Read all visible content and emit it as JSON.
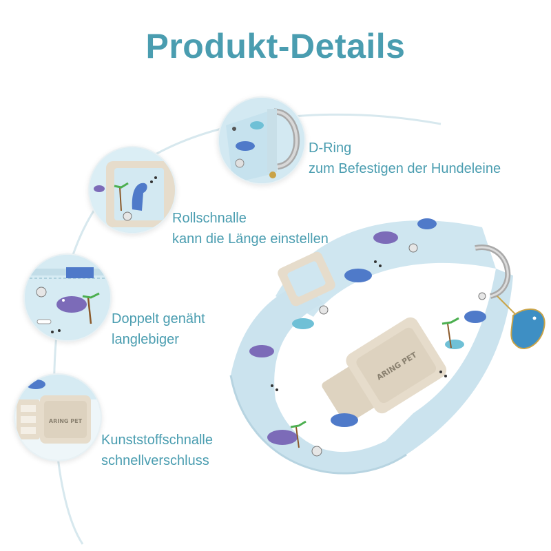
{
  "title": "Produkt-Details",
  "details": [
    {
      "line1": "D-Ring",
      "line2": "zum Befestigen der Hundeleine"
    },
    {
      "line1": "Rollschnalle",
      "line2": "kann die Länge einstellen"
    },
    {
      "line1": "Doppelt genäht",
      "line2": "langlebiger"
    },
    {
      "line1": "Kunststoffschnalle",
      "line2": "schnellverschluss"
    }
  ],
  "buckle_brand": "ARING PET",
  "colors": {
    "accent": "#4a9db0",
    "collar_fabric": "#cfe6f0",
    "buckle": "#e6dccb",
    "dino_purple": "#7c6bb8",
    "dino_blue": "#4f7ac9"
  }
}
